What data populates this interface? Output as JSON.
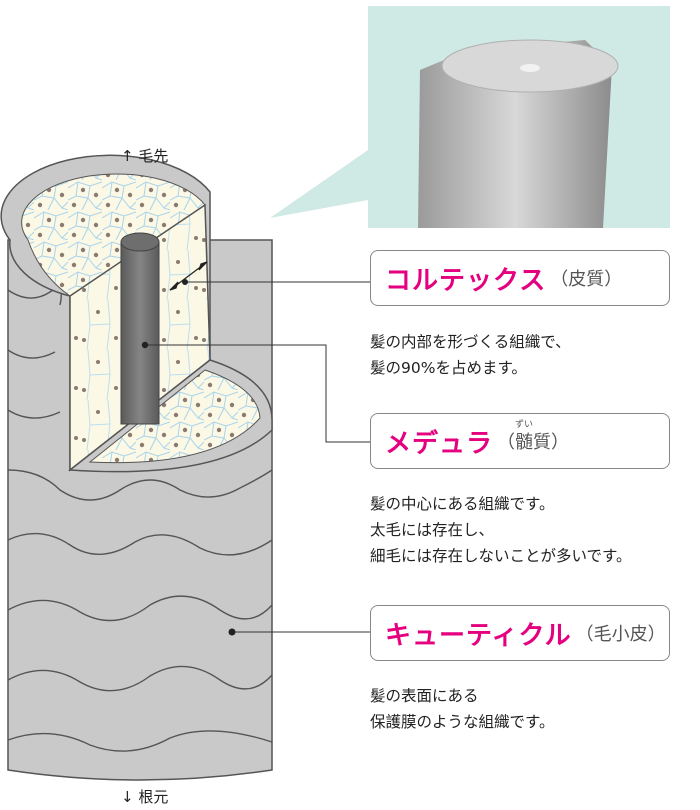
{
  "direction": {
    "top": "↑ 毛先",
    "bottom": "↓ 根元"
  },
  "layers": [
    {
      "name": "コルテックス",
      "sub_open": "（",
      "sub": "皮質",
      "sub_close": "）",
      "description": [
        "髪の内部を形づくる組織で、",
        "髪の90%を占めます。"
      ]
    },
    {
      "name": "メデュラ",
      "sub_open": "（",
      "sub": "髄",
      "sub_ruby": "ずい",
      "sub_rest": "質",
      "sub_close": "）",
      "description": [
        "髪の中心にある組織です。",
        "太毛には存在し、",
        "細毛には存在しないことが多いです。"
      ]
    },
    {
      "name": "キューティクル",
      "sub_open": "（",
      "sub": "毛小皮",
      "sub_close": "）",
      "description": [
        "髪の表面にある",
        "保護膜のような組織です。"
      ]
    }
  ],
  "colors": {
    "accent": "#e4007f",
    "cuticle": "#c9c9c9",
    "cortex": "#fbf8e6",
    "cell_line": "#a8d4ec",
    "dot": "#8a7a70",
    "medulla": "#6e6e6e",
    "photo_bg": "#cfe9e4"
  }
}
